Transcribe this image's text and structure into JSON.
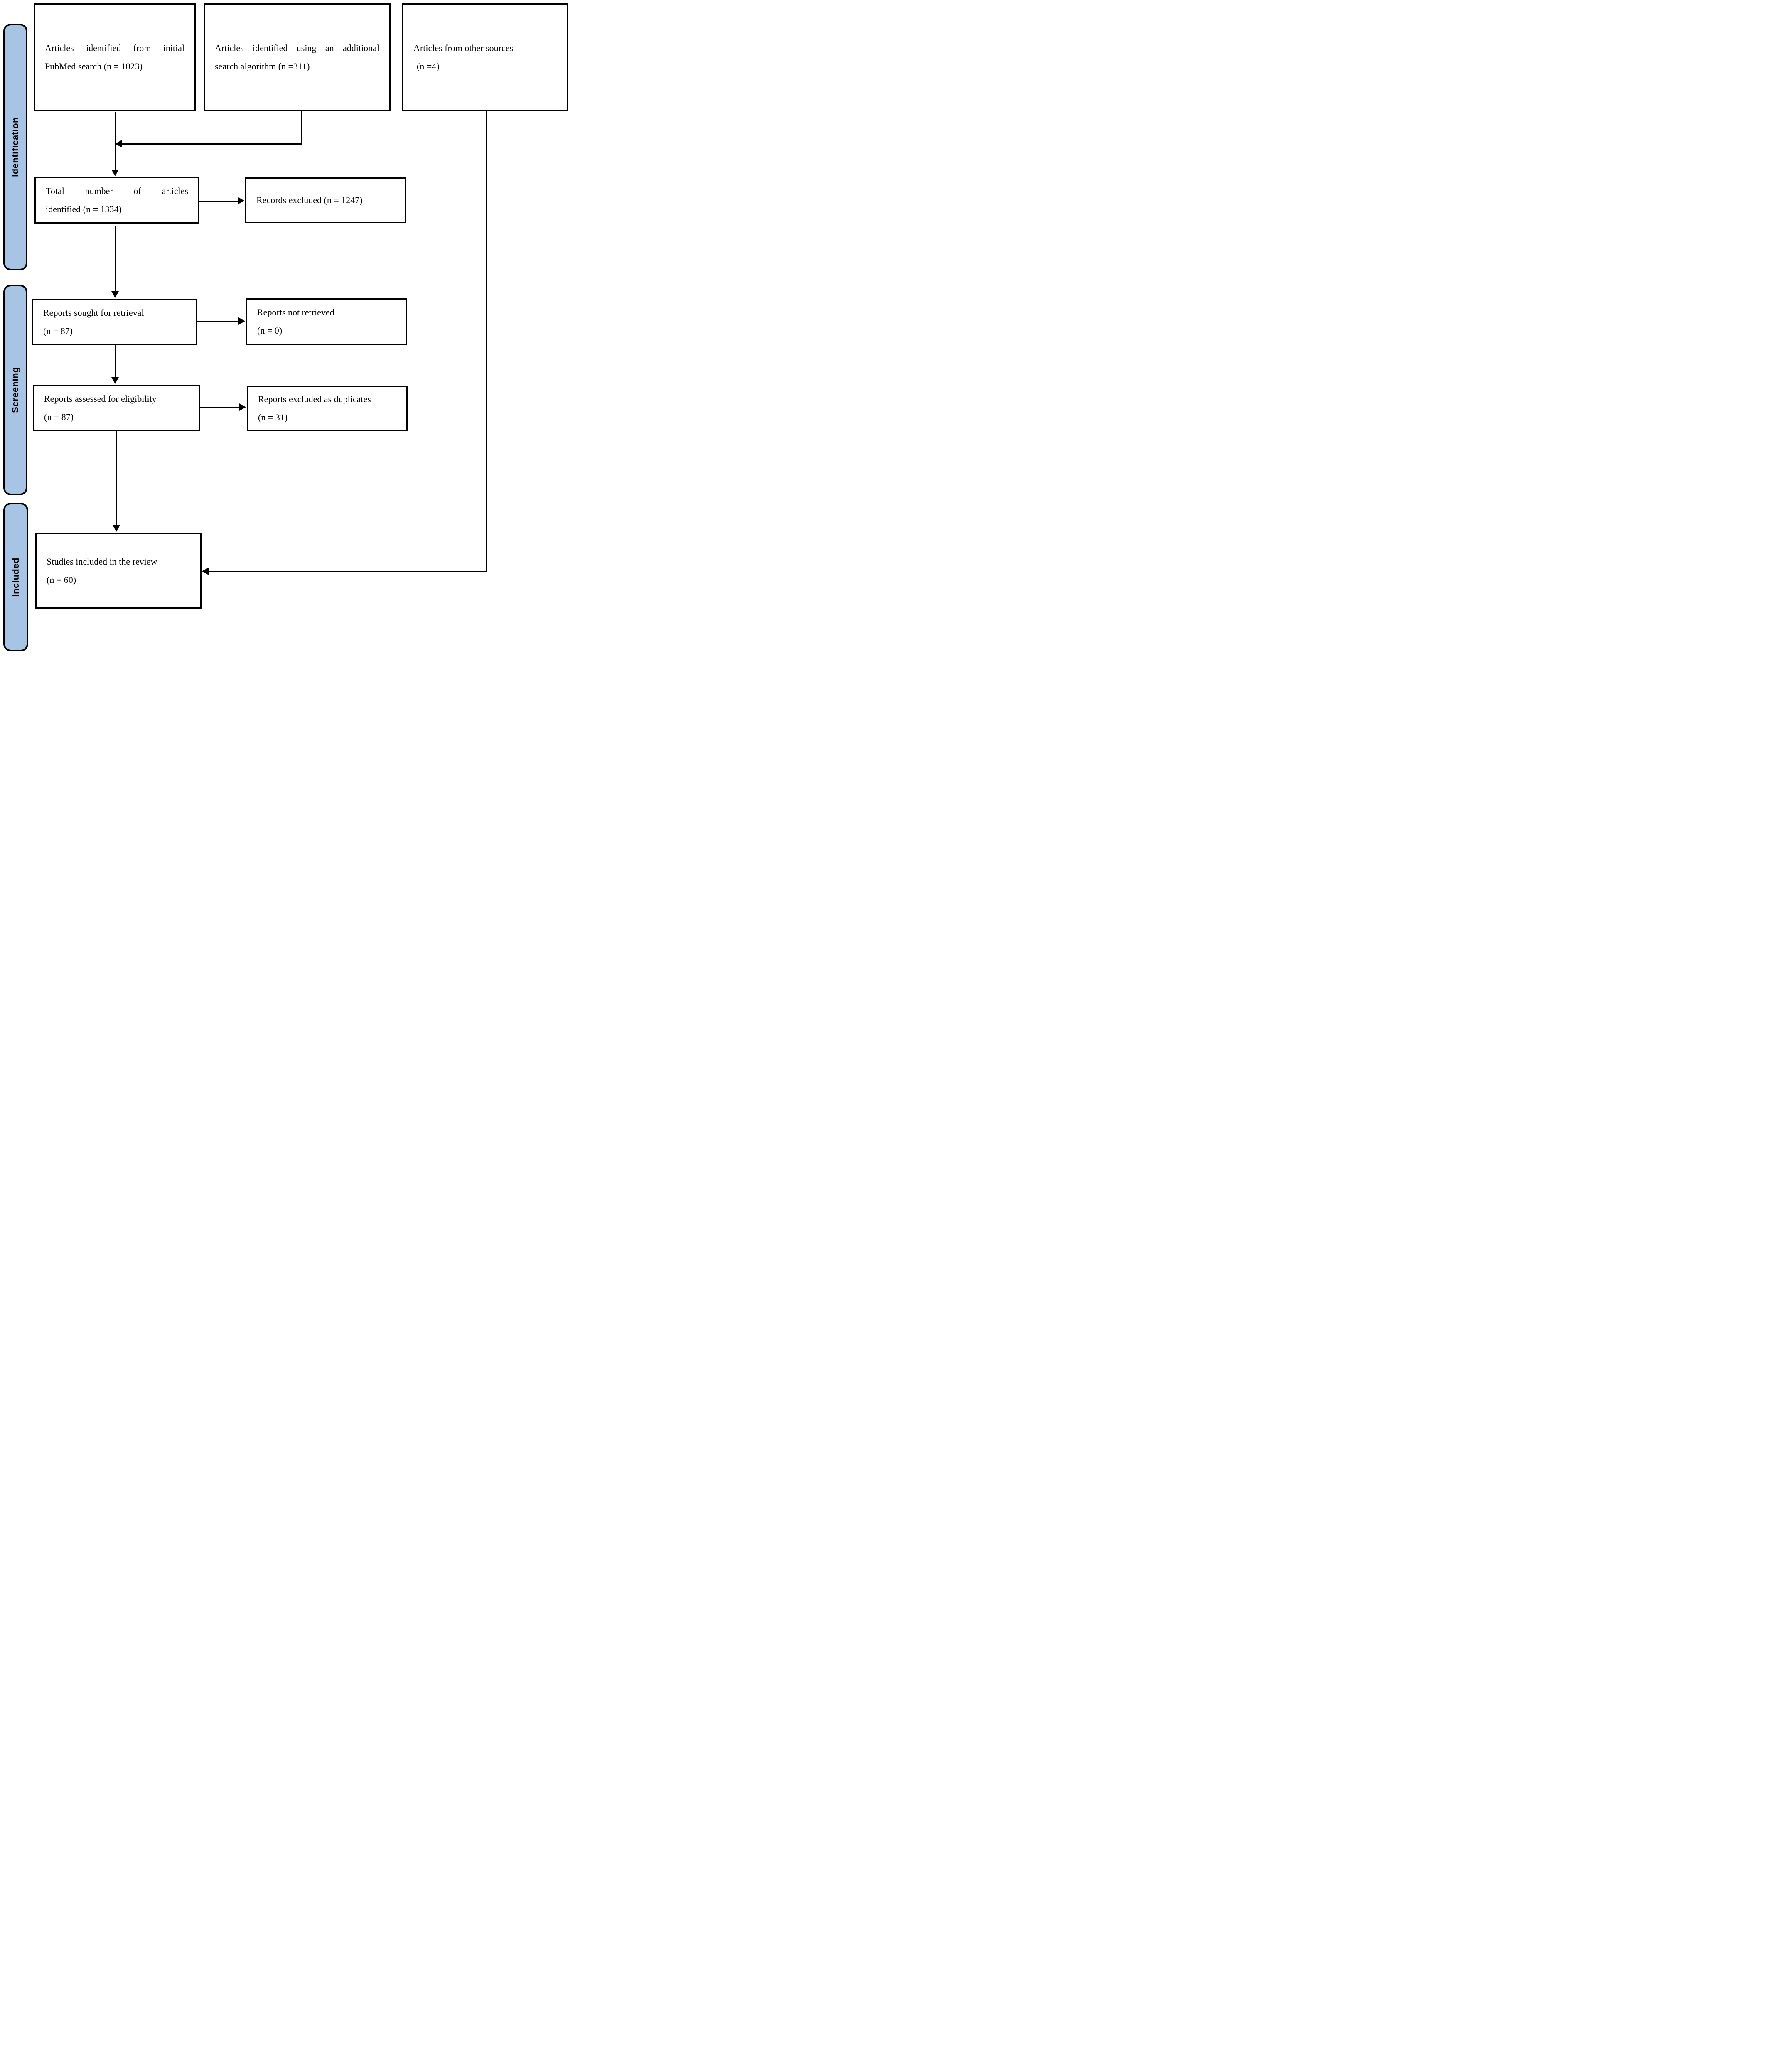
{
  "diagram": {
    "stages": [
      {
        "id": "identification",
        "label": "Identification"
      },
      {
        "id": "screening",
        "label": "Screening"
      },
      {
        "id": "included",
        "label": "Included"
      }
    ],
    "boxes": {
      "pubmed": {
        "lines": [
          "Articles identified from initial",
          "PubMed search (n = 1023)"
        ]
      },
      "algorithm": {
        "lines": [
          "Articles identified using an additional",
          "search algorithm (n =311)"
        ]
      },
      "other_sources": {
        "lines": [
          "Articles from other sources",
          "(n =4)"
        ]
      },
      "total": {
        "lines": [
          "Total number of articles",
          "identified (n = 1334)"
        ]
      },
      "records_excluded": {
        "lines": [
          "Records excluded (n = 1247)"
        ]
      },
      "sought": {
        "lines": [
          "Reports sought for retrieval",
          "(n = 87)"
        ]
      },
      "not_retrieved": {
        "lines": [
          "Reports not retrieved",
          "(n = 0)"
        ]
      },
      "assessed": {
        "lines": [
          "Reports assessed for eligibility",
          "(n = 87)"
        ]
      },
      "dup_excluded": {
        "lines": [
          "Reports excluded as duplicates",
          "(n = 31)"
        ]
      },
      "included_review": {
        "lines": [
          "Studies included in the review",
          "(n = 60)"
        ]
      }
    },
    "colors": {
      "stage_fill": "#A7C4E4",
      "stage_border": "#000000",
      "box_border": "#000000",
      "line": "#000000"
    }
  }
}
